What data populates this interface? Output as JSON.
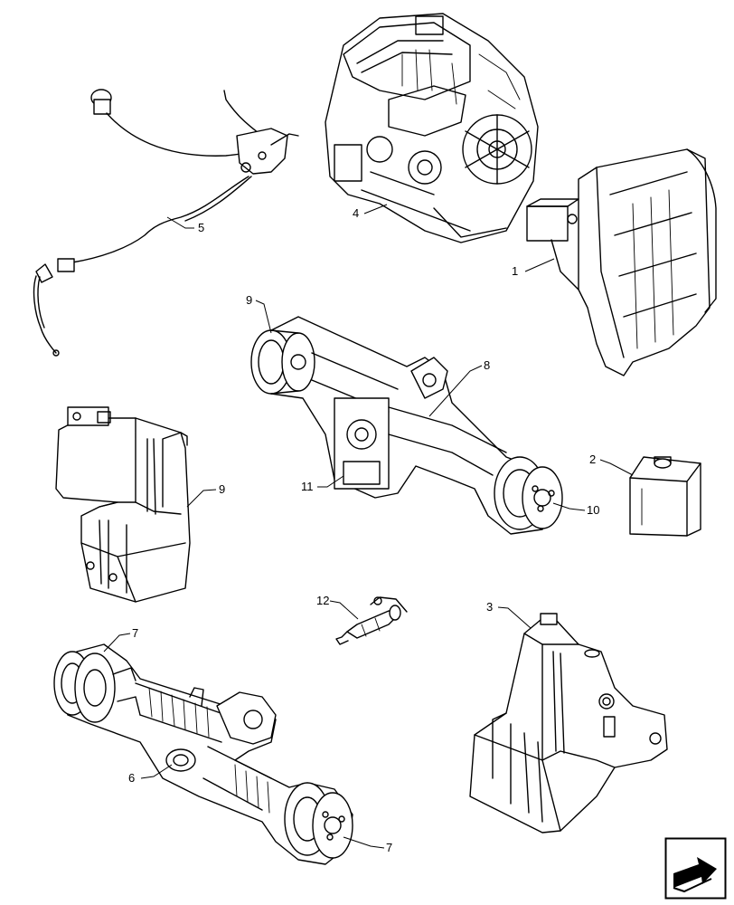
{
  "callouts": [
    {
      "id": "c1",
      "text": "1"
    },
    {
      "id": "c2",
      "text": "2"
    },
    {
      "id": "c3",
      "text": "3"
    },
    {
      "id": "c4",
      "text": "4"
    },
    {
      "id": "c5",
      "text": "5"
    },
    {
      "id": "c6",
      "text": "6"
    },
    {
      "id": "c7a",
      "text": "7"
    },
    {
      "id": "c7b",
      "text": "7"
    },
    {
      "id": "c8",
      "text": "8"
    },
    {
      "id": "c9a",
      "text": "9"
    },
    {
      "id": "c9b",
      "text": "9"
    },
    {
      "id": "c10",
      "text": "10"
    },
    {
      "id": "c11",
      "text": "11"
    },
    {
      "id": "c12",
      "text": "12"
    }
  ],
  "nav_icon": "arrow-navigation-icon"
}
